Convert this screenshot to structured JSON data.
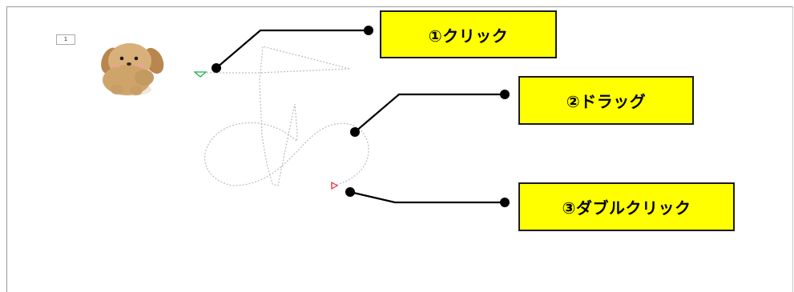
{
  "page": {
    "page_number": "1"
  },
  "callouts": {
    "click_label": "①クリック",
    "drag_label": "②ドラッグ",
    "double_click_label": "③ダブルクリック"
  },
  "colors": {
    "callout_fill": "#ffff00",
    "leader_line": "#000000",
    "trace_line": "#bfbfbf",
    "start_marker": "#22b14c",
    "end_marker": "#e8303a"
  }
}
